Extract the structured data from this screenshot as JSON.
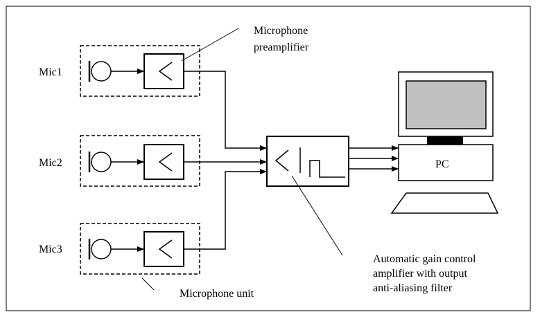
{
  "mics": [
    {
      "label": "Mic1"
    },
    {
      "label": "Mic2"
    },
    {
      "label": "Mic3"
    }
  ],
  "annotations": {
    "preamp_line1": "Microphone",
    "preamp_line2": "preamplifier",
    "mic_unit": "Microphone unit",
    "agc_line1": "Automatic gain control",
    "agc_line2": "amplifier with output",
    "agc_line3": "anti-aliasing filter"
  },
  "pc": {
    "label": "PC"
  }
}
